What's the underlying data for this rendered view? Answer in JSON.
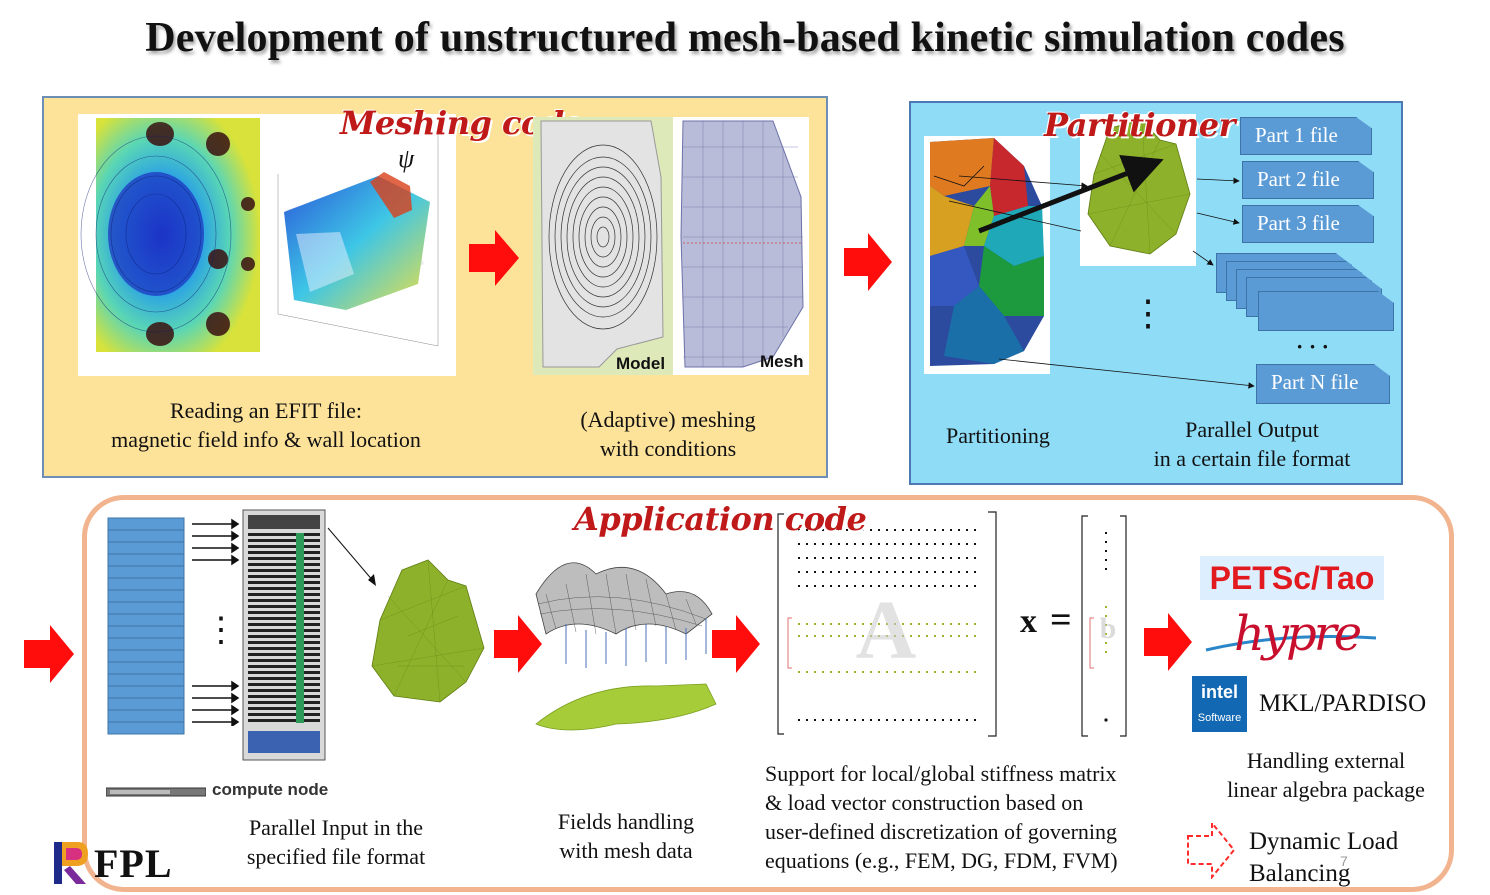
{
  "title": "Development of unstructured mesh-based kinetic simulation codes",
  "meshing": {
    "heading": "Meshing code",
    "psi_label": "ψ",
    "caption_left": [
      "Reading an EFIT file:",
      "magnetic field info & wall location"
    ],
    "caption_right": [
      "(Adaptive) meshing",
      "with conditions"
    ],
    "model_label": "Model",
    "mesh_label": "Mesh"
  },
  "partitioner": {
    "heading": "Partitioner",
    "files": [
      "Part 1 file",
      "Part 2 file",
      "Part 3 file",
      "Part N file"
    ],
    "dots_vertical": "⋮",
    "dots_horizontal": "· · ·",
    "caption_left": "Partitioning",
    "caption_right": [
      "Parallel Output",
      "in a certain file format"
    ]
  },
  "application": {
    "heading": "Application code",
    "compute_node": "compute node",
    "dots": "⋮",
    "caption_input": [
      "Parallel Input in the",
      "specified file format"
    ],
    "caption_fields": [
      "Fields handling",
      "with mesh data"
    ],
    "matrix_letter": "A",
    "x_label": "x",
    "equals": "=",
    "b_label": "b",
    "caption_matrix": [
      "Support for local/global stiffness matrix",
      "& load vector construction based on",
      "user-defined discretization of governing",
      "equations (e.g., FEM, DG, FDM, FVM)"
    ],
    "petsc": "PETSc/Tao",
    "hypre": "hypre",
    "intel_logo": "intel",
    "intel_sub": "Software",
    "mkl": "MKL/PARDISO",
    "caption_linalg": [
      "Handling external",
      "linear algebra package"
    ],
    "dynamic": [
      "Dynamic Load",
      "Balancing"
    ]
  },
  "footer": {
    "logo": "FPL",
    "page_number": "7"
  },
  "colors": {
    "accent_red": "#c01919",
    "arrow_red": "#ff0d0d",
    "mesh_panel": "#fde29a",
    "partition_panel": "#8fdcf7",
    "app_border": "#f2b48e",
    "file_blue": "#5b9bd5",
    "mesh_green": "#8db12a"
  }
}
